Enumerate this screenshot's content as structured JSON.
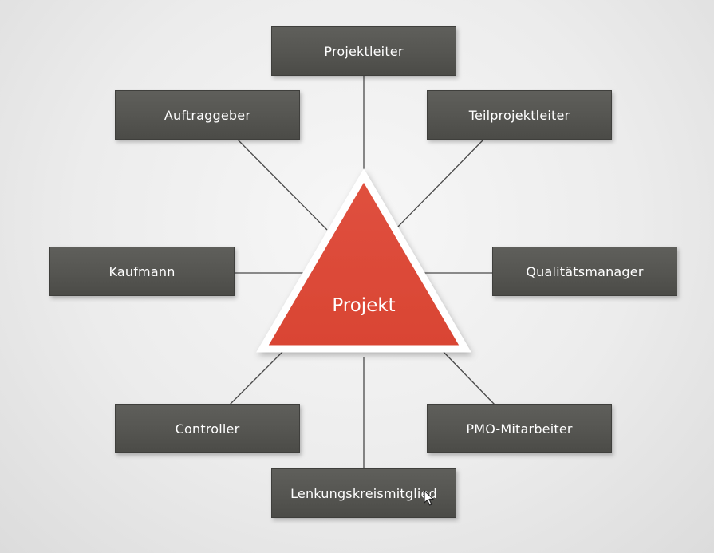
{
  "center": {
    "label": "Projekt",
    "fill_color": "#d94433",
    "border_color": "#ffffff"
  },
  "roles": {
    "projektleiter": "Projektleiter",
    "auftraggeber": "Auftraggeber",
    "teilprojektleiter": "Teilprojektleiter",
    "kaufmann": "Kaufmann",
    "qualitaetsmanager": "Qualitätsmanager",
    "controller": "Controller",
    "pmo_mitarbeiter": "PMO-Mitarbeiter",
    "lenkungskreismitglied": "Lenkungskreismitglied"
  },
  "colors": {
    "box": "#555551",
    "line": "#4a4a4a"
  }
}
